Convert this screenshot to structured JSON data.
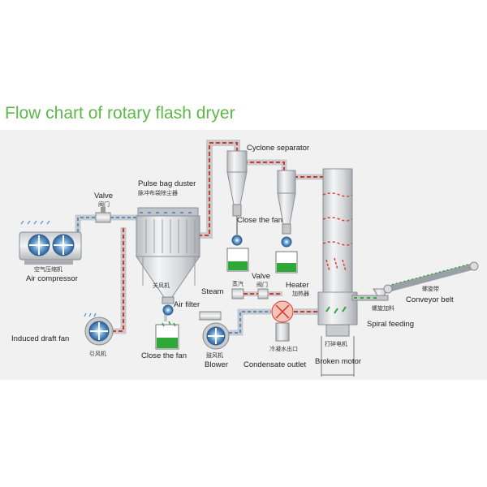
{
  "title": "Flow chart of rotary flash dryer",
  "labels": {
    "cyclone_separator": "Cyclone separator",
    "pulse_bag_duster": "Pulse bag duster",
    "pulse_bag_duster_cn": "脉冲布袋除尘器",
    "valve_left": "Valve",
    "valve_left_cn": "阀门",
    "close_fan_top": "Close the fan",
    "air_compressor": "Air compressor",
    "air_compressor_cn": "空气压缩机",
    "steam": "Steam",
    "steam_cn": "蒸汽",
    "valve_mid": "Valve",
    "valve_mid_cn": "阀门",
    "heater": "Heater",
    "heater_cn": "加热器",
    "air_filter": "Air filter",
    "air_filter_cn": "关风机",
    "induced_draft_fan": "Induced draft fan",
    "induced_draft_fan_cn": "引风机",
    "close_fan_bottom": "Close the fan",
    "blower": "Blower",
    "blower_cn": "鼓风机",
    "condensate_outlet": "Condensate outlet",
    "condensate_outlet_cn": "冷凝水出口",
    "broken_motor": "Broken motor",
    "broken_motor_cn": "打碎电机",
    "spiral_feeding": "Spiral feeding",
    "spiral_feeding_cn": "螺旋加料",
    "conveyor_belt": "Conveyor belt",
    "conveyor_belt_cn": "螺旋带"
  },
  "colors": {
    "title_green": "#5cb848",
    "panel_bg": "#f1f1f1",
    "pipe_blue": "#5b8fc4",
    "pipe_red": "#d9342a",
    "product_green": "#2ea836"
  }
}
